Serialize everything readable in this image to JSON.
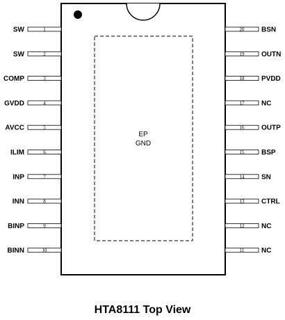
{
  "caption": "HTA8111 Top View",
  "exposed_pad": {
    "line1": "EP",
    "line2": "GND"
  },
  "left_pins": [
    {
      "num": "1",
      "name": "SW"
    },
    {
      "num": "2",
      "name": "SW"
    },
    {
      "num": "3",
      "name": "COMP"
    },
    {
      "num": "4",
      "name": "GVDD"
    },
    {
      "num": "5",
      "name": "AVCC"
    },
    {
      "num": "6",
      "name": "ILIM"
    },
    {
      "num": "7",
      "name": "INP"
    },
    {
      "num": "8",
      "name": "INN"
    },
    {
      "num": "9",
      "name": "BINP"
    },
    {
      "num": "10",
      "name": "BINN"
    }
  ],
  "right_pins": [
    {
      "num": "20",
      "name": "BSN"
    },
    {
      "num": "19",
      "name": "OUTN"
    },
    {
      "num": "18",
      "name": "PVDD"
    },
    {
      "num": "17",
      "name": "NC"
    },
    {
      "num": "16",
      "name": "OUTP"
    },
    {
      "num": "15",
      "name": "BSP"
    },
    {
      "num": "14",
      "name": "SN"
    },
    {
      "num": "13",
      "name": "CTRL"
    },
    {
      "num": "12",
      "name": "NC"
    },
    {
      "num": "11",
      "name": "NC"
    }
  ]
}
